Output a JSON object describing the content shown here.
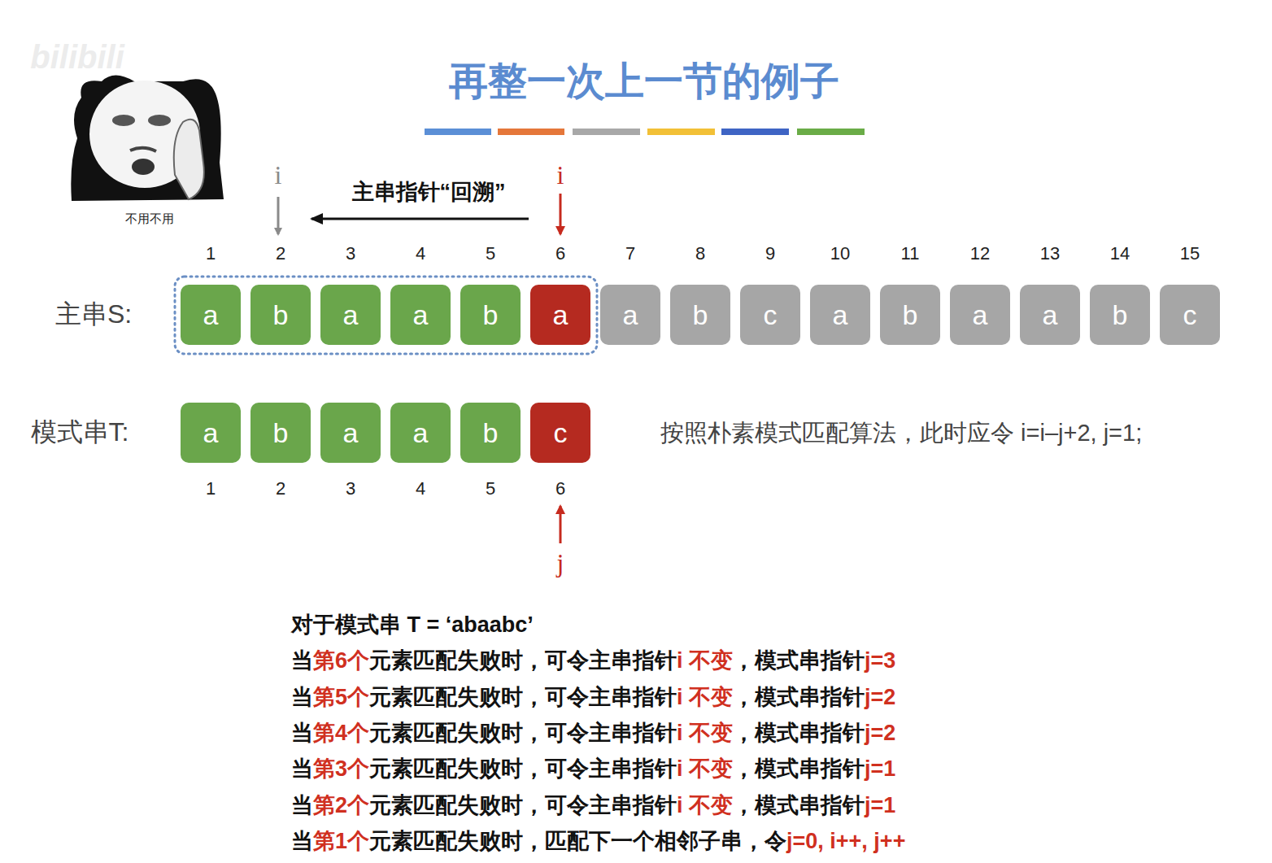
{
  "diagram": {
    "title": "再整一次上一节的例子",
    "nodes": [
      {
        "text": [
          "a"
        ]
      },
      {
        "text": [
          "b"
        ]
      },
      {
        "text": [
          "a"
        ]
      },
      {
        "text": [
          "a"
        ]
      },
      {
        "text": [
          "b"
        ]
      },
      {
        "text": [
          "a"
        ]
      },
      {
        "text": [
          "a"
        ]
      },
      {
        "text": [
          "b"
        ]
      },
      {
        "text": [
          "c"
        ]
      },
      {
        "text": [
          "a"
        ]
      },
      {
        "text": [
          "b"
        ]
      },
      {
        "text": [
          "a"
        ]
      },
      {
        "text": [
          "a"
        ]
      },
      {
        "text": [
          "b"
        ]
      },
      {
        "text": [
          "c"
        ]
      },
      {
        "text": [
          "a"
        ]
      },
      {
        "text": [
          "b"
        ]
      },
      {
        "text": [
          "a"
        ]
      },
      {
        "text": [
          "a"
        ]
      },
      {
        "text": [
          "b"
        ]
      },
      {
        "text": [
          "c"
        ]
      }
    ],
    "labels": [
      "bilibili",
      "不用不用",
      "i",
      "主串指针“回溯”",
      "i",
      "1",
      "2",
      "3",
      "4",
      "5",
      "6",
      "7",
      "8",
      "9",
      "10",
      "11",
      "12",
      "13",
      "14",
      "15",
      "主串S:",
      "模式串T:",
      "1",
      "2",
      "3",
      "4",
      "5",
      "6",
      "j",
      "按照朴素模式匹配算法，此时应令 i=i–j+2, j=1;",
      "对于模式串 T = ‘abaabc’",
      "当",
      "第6个",
      "元素匹配失败时，可令主串指针",
      "i 不变",
      "，模式串指针",
      "j=3",
      "当",
      "第5个",
      "元素匹配失败时，可令主串指针",
      "i 不变",
      "，模式串指针",
      "j=2",
      "当",
      "第4个",
      "元素匹配失败时，可令主串指针",
      "i 不变",
      "，模式串指针",
      "j=2",
      "当",
      "第3个",
      "元素匹配失败时，可令主串指针",
      "i 不变",
      "，模式串指针",
      "j=1",
      "当",
      "第2个",
      "元素匹配失败时，可令主串指针",
      "i 不变",
      "，模式串指针",
      "j=1",
      "当",
      "第1个",
      "元素匹配失败时，匹配下一个相邻子串，令",
      "j=0, i++, j++"
    ]
  }
}
